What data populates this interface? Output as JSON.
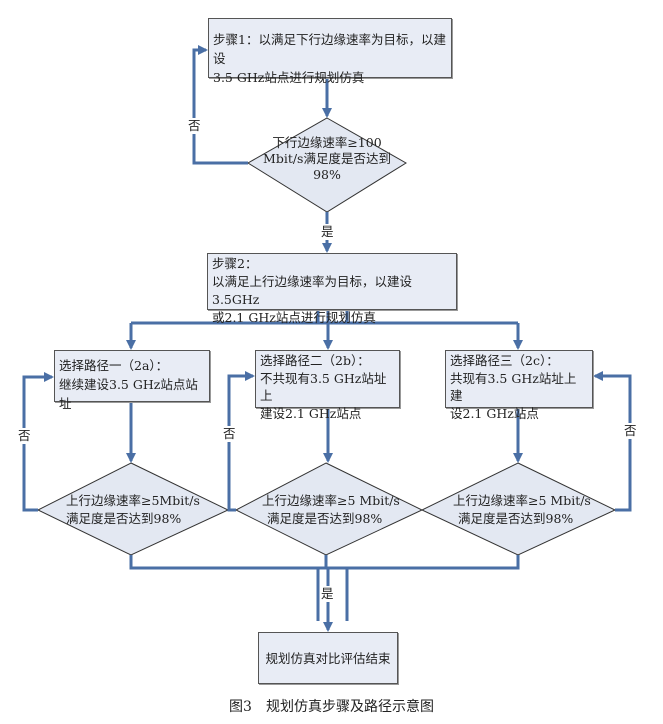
{
  "diagram": {
    "type": "flowchart",
    "colors": {
      "connector": "#4a6fa5",
      "node_fill": "#e8ecf5",
      "node_border": "#555555"
    },
    "nodes": {
      "step1": {
        "lines": [
          "步骤1：以满足下行边缘速率为目标，以建设",
          "3.5 GHz站点进行规划仿真"
        ]
      },
      "decision1": {
        "lines": [
          "下行边缘速率≥100",
          "Mbit/s满足度是否达到",
          "98%"
        ]
      },
      "step2": {
        "lines": [
          "步骤2：",
          "以满足上行边缘速率为目标，以建设3.5GHz",
          "或2.1 GHz站点进行规划仿真"
        ]
      },
      "path_a": {
        "lines": [
          "选择路径一（2a）：",
          "继续建设3.5 GHz站点站址"
        ]
      },
      "path_b": {
        "lines": [
          "选择路径二（2b）：",
          "不共现有3.5 GHz站址上",
          "建设2.1 GHz站点"
        ]
      },
      "path_c": {
        "lines": [
          "选择路径三（2c）：",
          "共现有3.5 GHz站址上建",
          "设2.1 GHz站点"
        ]
      },
      "decision_a": {
        "lines": [
          "上行边缘速率≥5Mbit/s",
          "满足度是否达到98%"
        ]
      },
      "decision_b": {
        "lines": [
          "上行边缘速率≥5 Mbit/s",
          "满足度是否达到98%"
        ]
      },
      "decision_c": {
        "lines": [
          "上行边缘速率≥5 Mbit/s",
          "满足度是否达到98%"
        ]
      },
      "end": {
        "lines": [
          "规划仿真对比评估结束"
        ]
      }
    },
    "edge_labels": {
      "no": "否",
      "yes": "是"
    },
    "edges": [
      {
        "from": "step1",
        "to": "decision1"
      },
      {
        "from": "decision1",
        "to": "step1",
        "label": "否"
      },
      {
        "from": "decision1",
        "to": "step2",
        "label": "是"
      },
      {
        "from": "step2",
        "to": "path_a"
      },
      {
        "from": "step2",
        "to": "path_b"
      },
      {
        "from": "step2",
        "to": "path_c"
      },
      {
        "from": "path_a",
        "to": "decision_a"
      },
      {
        "from": "path_b",
        "to": "decision_b"
      },
      {
        "from": "path_c",
        "to": "decision_c"
      },
      {
        "from": "decision_a",
        "to": "path_a",
        "label": "否"
      },
      {
        "from": "decision_b",
        "to": "path_b",
        "label": "否"
      },
      {
        "from": "decision_c",
        "to": "path_c",
        "label": "否"
      },
      {
        "from": "decision_a",
        "to": "end",
        "label": "是"
      },
      {
        "from": "decision_b",
        "to": "end",
        "label": "是"
      },
      {
        "from": "decision_c",
        "to": "end",
        "label": "是"
      }
    ]
  },
  "caption": "图3　规划仿真步骤及路径示意图"
}
